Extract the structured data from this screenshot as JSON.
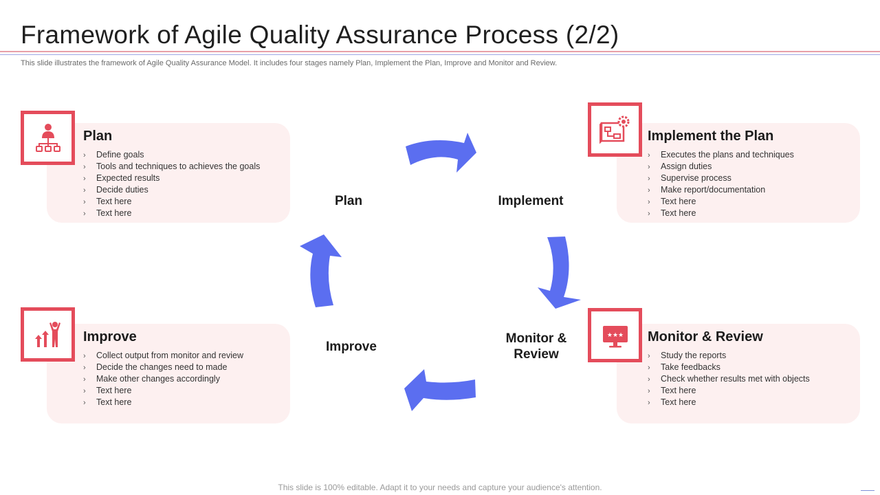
{
  "slide": {
    "title": "Framework of Agile Quality Assurance Process (2/2)",
    "subtitle": "This slide illustrates the framework of Agile Quality Assurance Model. It includes four stages namely Plan, Implement the Plan, Improve and Monitor and Review.",
    "footer": "This slide is 100% editable. Adapt it to your needs and capture your audience's attention."
  },
  "colors": {
    "accent_red": "#e44c5b",
    "arrow_blue": "#5b6ef0",
    "card_bg": "#fdf0f0"
  },
  "cards": {
    "plan": {
      "icon": "hierarchy-person-icon",
      "title": "Plan",
      "items": [
        "Define goals",
        "Tools and techniques to achieves the goals",
        "Expected results",
        "Decide duties",
        "Text here",
        "Text here"
      ]
    },
    "implement": {
      "icon": "blueprint-gear-icon",
      "title": "Implement the Plan",
      "items": [
        "Executes the plans and techniques",
        "Assign duties",
        "Supervise process",
        "Make report/documentation",
        "Text here",
        "Text here"
      ]
    },
    "improve": {
      "icon": "growth-person-icon",
      "title": "Improve",
      "items": [
        "Collect output from monitor and review",
        "Decide the changes need to made",
        "Make other changes accordingly",
        "Text here",
        "Text here"
      ]
    },
    "monitor": {
      "icon": "monitor-rating-icon",
      "title": "Monitor & Review",
      "items": [
        "Study the reports",
        "Take feedbacks",
        "Check whether results met with objects",
        "Text here",
        "Text here"
      ]
    }
  },
  "cycle": {
    "plan": "Plan",
    "implement": "Implement",
    "monitor_line1": "Monitor &",
    "monitor_line2": "Review",
    "improve": "Improve"
  },
  "bullet_glyph": "›"
}
